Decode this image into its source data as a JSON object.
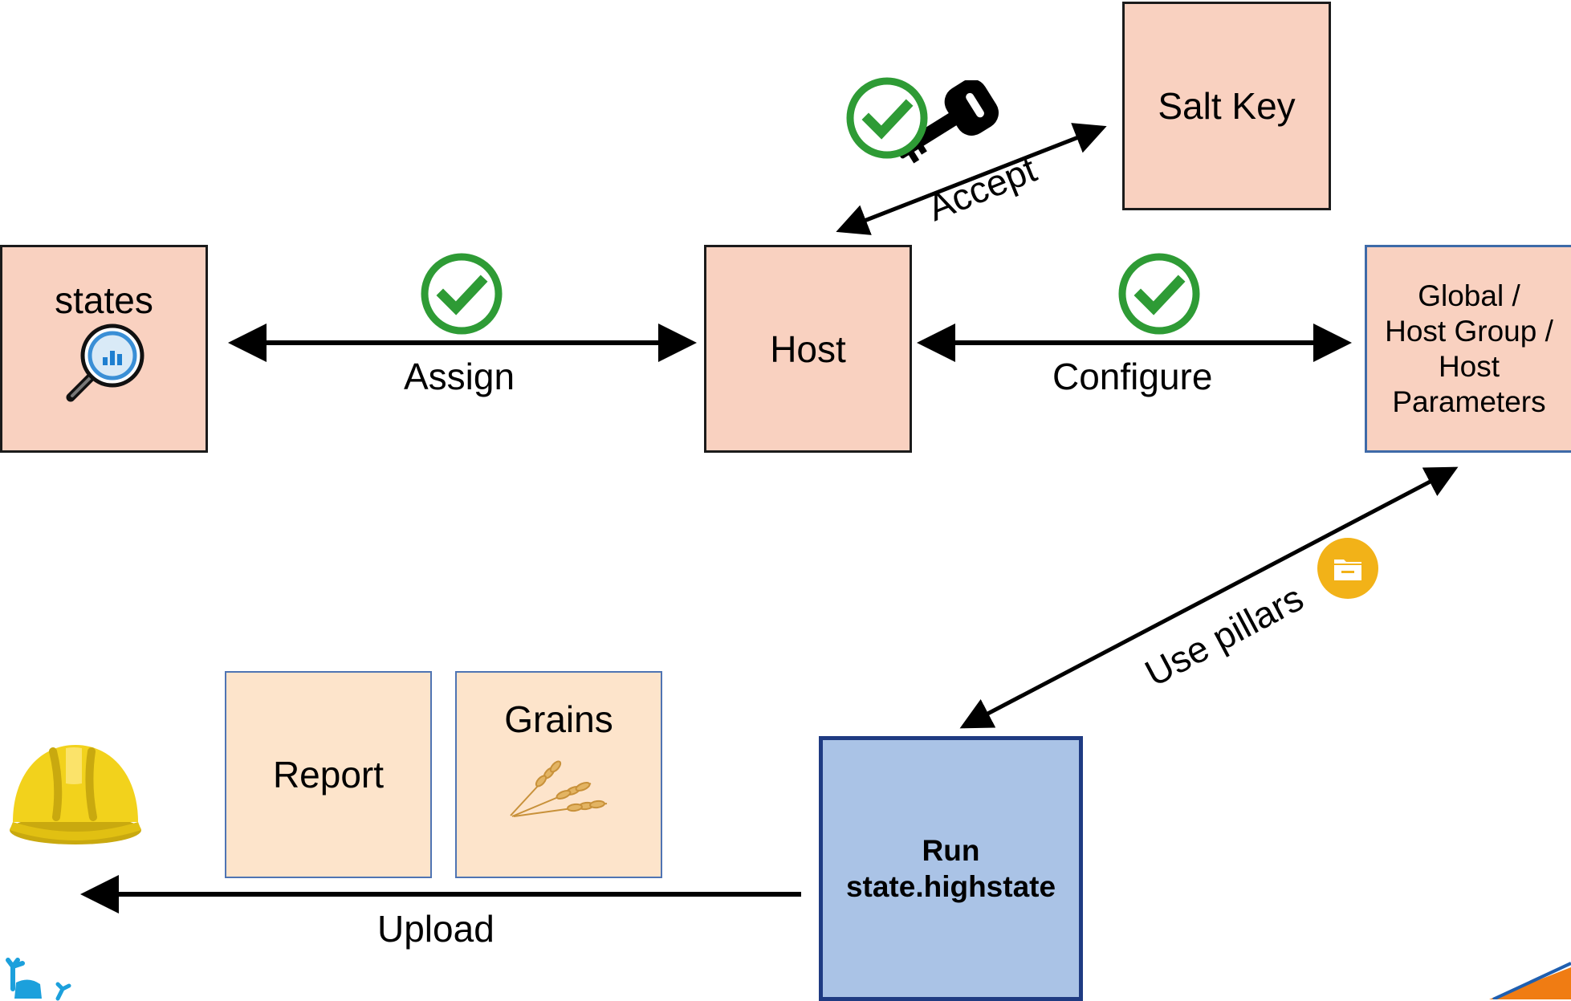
{
  "nodes": {
    "states": "states",
    "host": "Host",
    "salt_key": "Salt Key",
    "params": [
      "Global /",
      "Host Group /",
      "Host",
      "Parameters"
    ],
    "report": "Report",
    "grains": "Grains",
    "run": [
      "Run",
      "state.highstate"
    ]
  },
  "edges": {
    "assign": "Assign",
    "configure": "Configure",
    "accept": "Accept",
    "use_pillars": "Use pillars",
    "upload": "Upload"
  },
  "colors": {
    "node_fill": "#f9d1c0",
    "light_fill": "#fde4cb",
    "run_fill": "#aac3e6",
    "check_green": "#2e9b35",
    "helmet_yellow": "#f2d21c",
    "folder_orange": "#f2b218",
    "logo_blue": "#1ca0dc",
    "corner_orange": "#f07c13"
  },
  "icons": [
    "magnifier-chart-icon",
    "check-icon",
    "key-icon",
    "folder-icon",
    "wheat-icon",
    "hard-hat-icon",
    "logo-icon"
  ]
}
